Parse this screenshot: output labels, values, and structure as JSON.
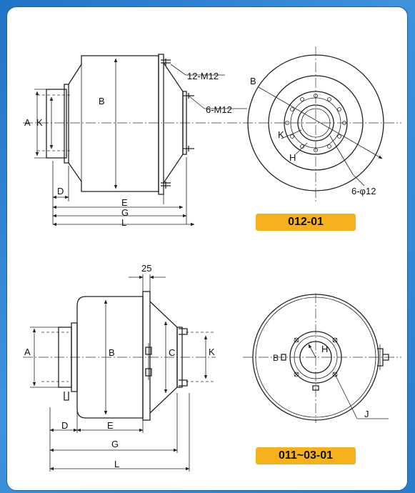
{
  "colors": {
    "background": "#2a7ccb",
    "panel": "#ffffff",
    "badge": "#f5b21c",
    "line": "#222222"
  },
  "top_side": {
    "callout_bolts": "12-M12",
    "callout_bolts2": "6-M12",
    "dim_A": "A",
    "dim_K": "K",
    "dim_B": "B",
    "dim_D": "D",
    "dim_E": "E",
    "dim_G": "G",
    "dim_L": "L"
  },
  "top_end": {
    "dim_B": "B",
    "dim_K": "K",
    "dim_H": "H",
    "callout_holes": "6-φ12"
  },
  "badge_top": "012-01",
  "bottom_side": {
    "dim_25": "25",
    "dim_A": "A",
    "dim_B": "B",
    "dim_C": "C",
    "dim_K": "K",
    "dim_D": "D",
    "dim_E": "E",
    "dim_G": "G",
    "dim_L": "L"
  },
  "bottom_end": {
    "dim_B": "B",
    "dim_H": "H",
    "callout_J": "J"
  },
  "badge_bottom": "011~03-01"
}
